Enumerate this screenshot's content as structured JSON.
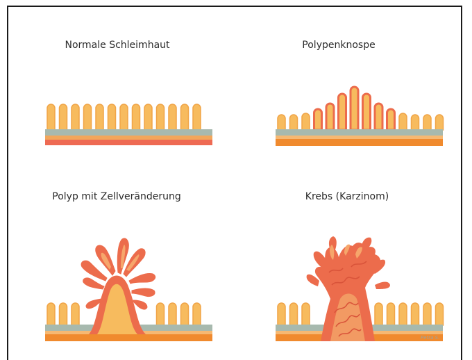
{
  "panels": [
    {
      "id": "normal",
      "label": "Normale Schleimhaut"
    },
    {
      "id": "bud",
      "label": "Polypenknospe"
    },
    {
      "id": "dysplasia",
      "label": "Polyp mit Zellveränderung"
    },
    {
      "id": "cancer",
      "label": "Krebs (Karzinom)"
    }
  ],
  "signature": "Petra S.",
  "colors": {
    "villus_fill": "#f7bb5e",
    "villus_edge": "#f0a447",
    "cell_layer": "#a7b9ae",
    "lamina": "#f2a65a",
    "muscularis": "#f08a2e",
    "lesion_red": "#ec6c4c",
    "lesion_light": "#f6a66b",
    "normal_base": "#ee6a53",
    "text": "#2b2b2b"
  }
}
